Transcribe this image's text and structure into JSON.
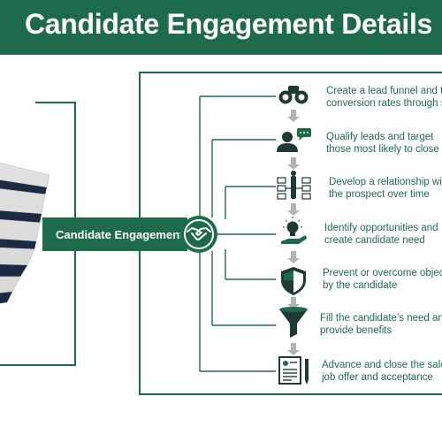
{
  "header": {
    "title": "Candidate Engagement Details",
    "background_color": "#1e6b4c"
  },
  "funnel": {
    "band_label": "Candidate Engagement",
    "hub_icon": "handshake-icon"
  },
  "steps": [
    {
      "icon": "binoculars-icon",
      "line1": "Create a lead funnel and track",
      "line2": "conversion rates through stages"
    },
    {
      "icon": "person-speech-icon",
      "line1": "Qualify leads and target",
      "line2": "those most likely to close"
    },
    {
      "icon": "network-people-icon",
      "line1": "Develop a relationship with",
      "line2": "the prospect over time"
    },
    {
      "icon": "lightbulb-hand-icon",
      "line1": "Identify opportunities and",
      "line2": "create candidate need"
    },
    {
      "icon": "shield-icon",
      "line1": "Prevent or overcome objections",
      "line2": "by the candidate"
    },
    {
      "icon": "funnel-icon",
      "line1": "Fill the candidate’s need and",
      "line2": "provide benefits"
    },
    {
      "icon": "document-pen-icon",
      "line1": "Advance and close the sale through",
      "line2": "job offer and acceptance"
    }
  ],
  "colors": {
    "primary_green": "#1e6b4c",
    "arrow_gray": "#b3b3b3",
    "funnel_gray": "#dcdcdc",
    "funnel_navy": "#1c2a44"
  }
}
